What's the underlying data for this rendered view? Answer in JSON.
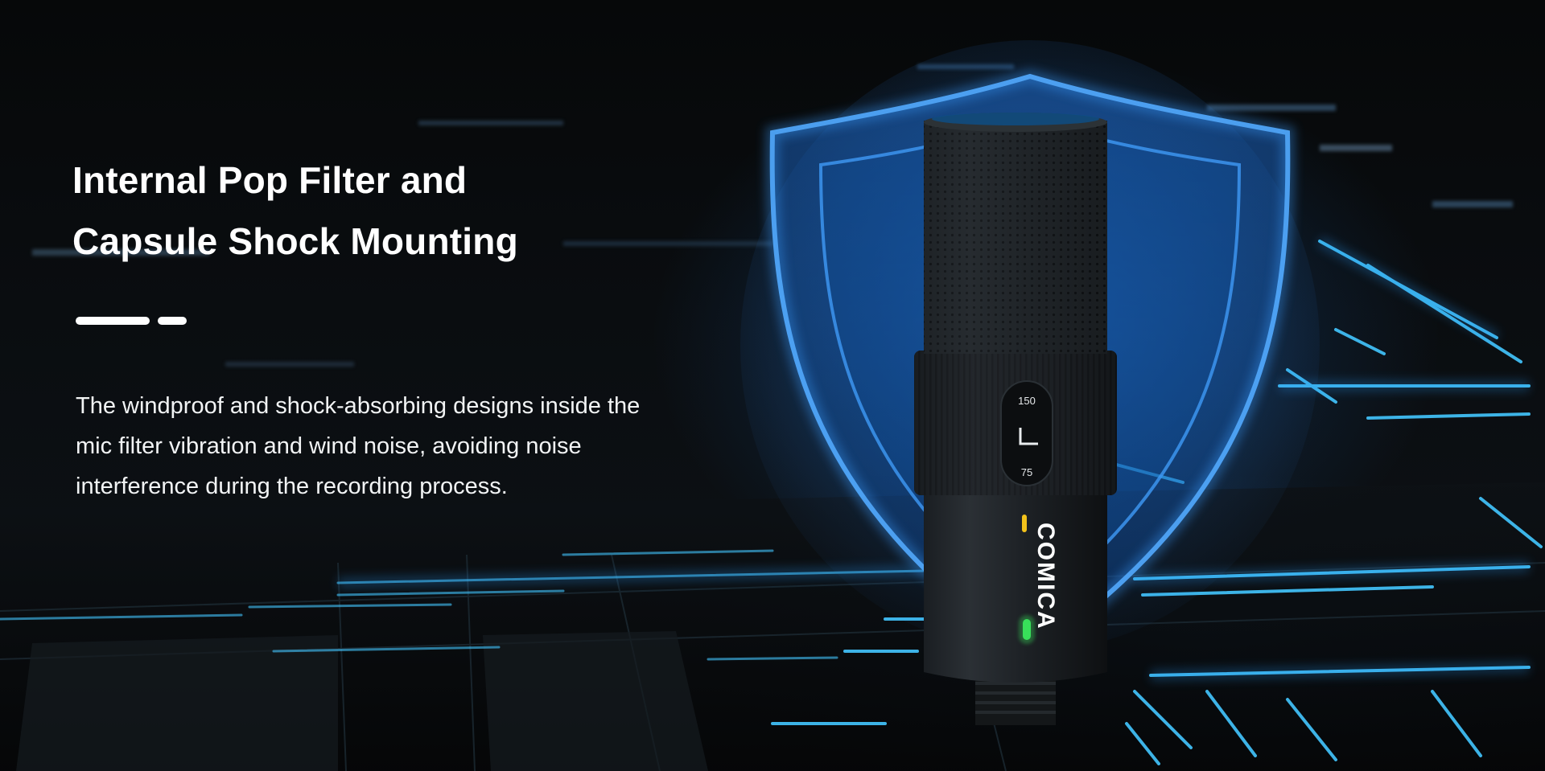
{
  "headline": {
    "line1": "Internal Pop Filter and",
    "line2": "Capsule Shock Mounting"
  },
  "description": {
    "line1": "The windproof and shock-absorbing designs inside the",
    "line2": "mic filter vibration and wind noise, avoiding noise",
    "line3": "interference during the recording process."
  },
  "product": {
    "brand": "COMICA",
    "dial_top": "150",
    "dial_bottom": "75",
    "status_light": "on"
  },
  "colors": {
    "background": "#050708",
    "shield_glow": "#2a8cff",
    "circuit_glow": "#3ec8ff",
    "brand_yellow": "#f2c21b",
    "led_green": "#38e05a",
    "text": "#ffffff"
  }
}
